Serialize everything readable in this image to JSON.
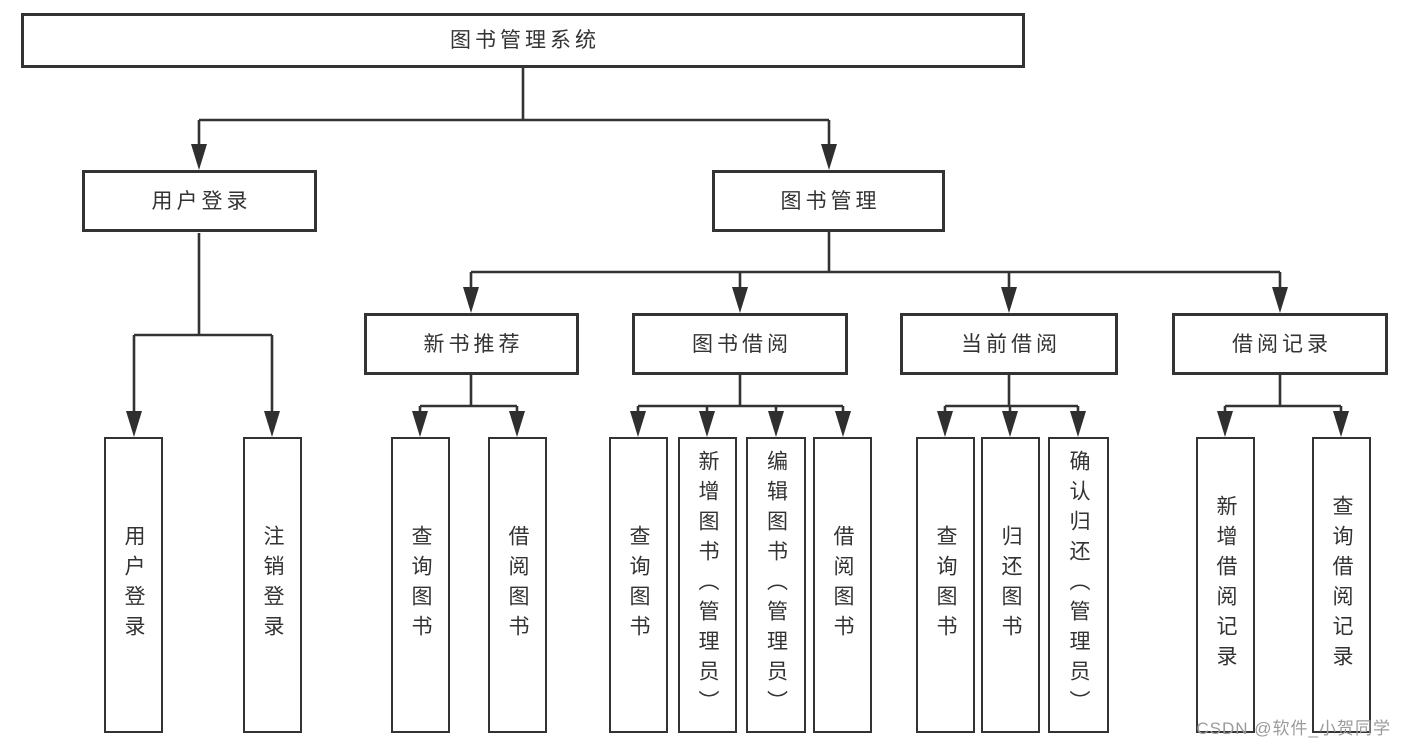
{
  "diagram": {
    "tree": {
      "label": "图书管理系统",
      "children": [
        {
          "label": "用户登录",
          "children": [
            {
              "label": "用户登录"
            },
            {
              "label": "注销登录"
            }
          ]
        },
        {
          "label": "图书管理",
          "children": [
            {
              "label": "新书推荐",
              "children": [
                {
                  "label": "查询图书"
                },
                {
                  "label": "借阅图书"
                }
              ]
            },
            {
              "label": "图书借阅",
              "children": [
                {
                  "label": "查询图书"
                },
                {
                  "label": "新增图书（管理员）"
                },
                {
                  "label": "编辑图书（管理员）"
                },
                {
                  "label": "借阅图书"
                }
              ]
            },
            {
              "label": "当前借阅",
              "children": [
                {
                  "label": "查询图书"
                },
                {
                  "label": "归还图书"
                },
                {
                  "label": "确认归还（管理员）"
                }
              ]
            },
            {
              "label": "借阅记录",
              "children": [
                {
                  "label": "新增借阅记录"
                },
                {
                  "label": "查询借阅记录"
                }
              ]
            }
          ]
        }
      ]
    },
    "colors": {
      "line": "#333333",
      "arrow_fill": "#2f2f2f",
      "box_border": "#333333",
      "text": "#333333",
      "background": "#ffffff",
      "watermark": "#9b9b9b"
    }
  },
  "watermark": {
    "text": "CSDN @软件_小贺同学"
  }
}
